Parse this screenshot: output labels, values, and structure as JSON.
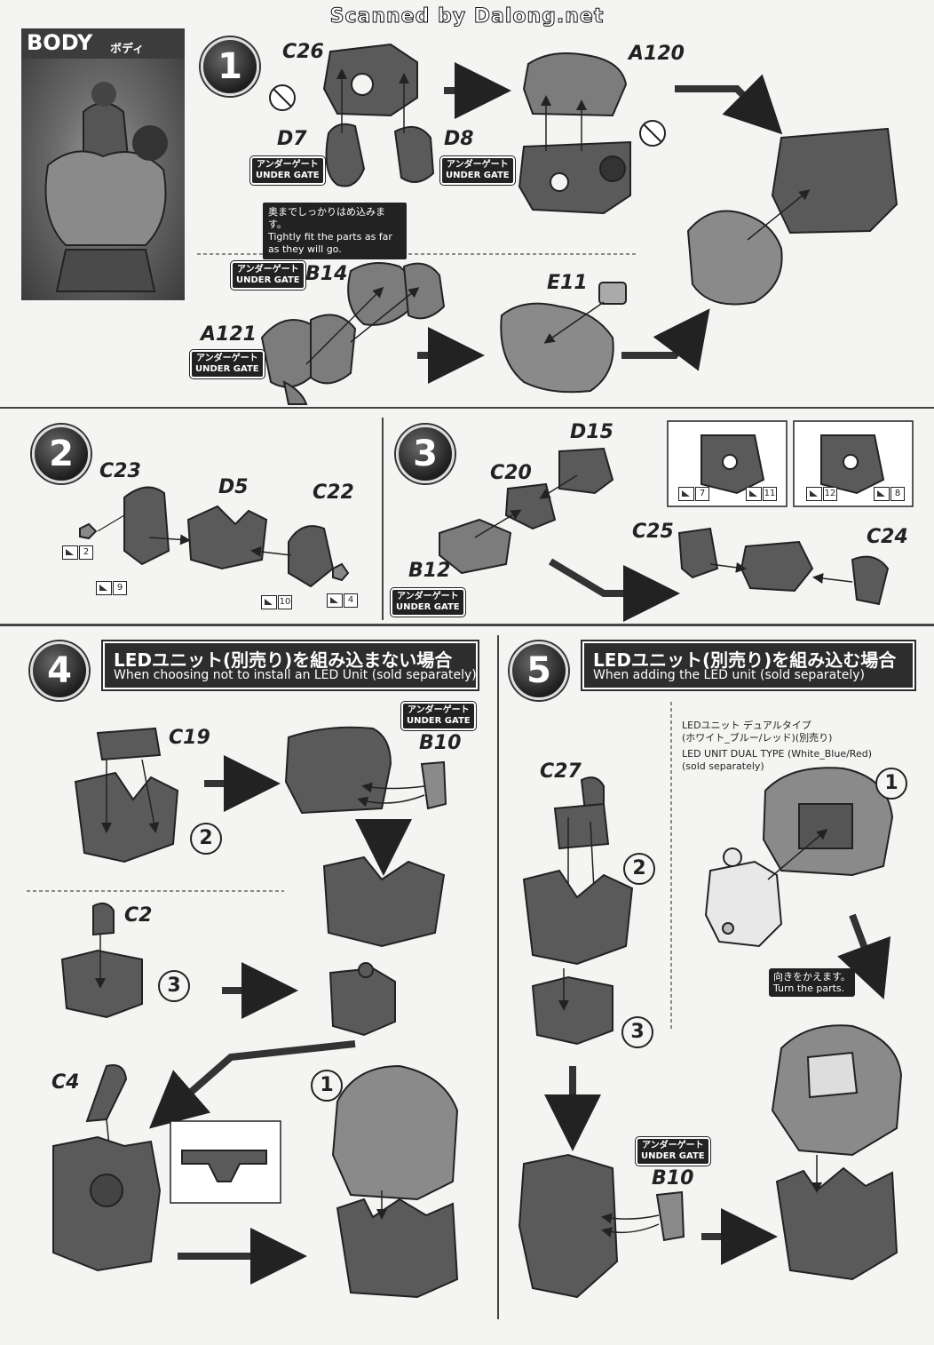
{
  "scan_mark": "Scanned by Dalong.net",
  "section": {
    "title_en": "BODY",
    "title_jp": "ボディ"
  },
  "steps": [
    "1",
    "2",
    "3",
    "4",
    "5"
  ],
  "gate_label": {
    "jp": "アンダーゲート",
    "en": "UNDER GATE"
  },
  "step1": {
    "parts": [
      "C26",
      "D7",
      "D8",
      "A120",
      "B14",
      "A121",
      "E11"
    ],
    "note_jp": "奥までしっかりはめ込みます。",
    "note_en": "Tightly fit the parts as far as they will go."
  },
  "step2": {
    "parts": [
      "C23",
      "D5",
      "C22"
    ],
    "tags": [
      "2",
      "9",
      "10",
      "4"
    ]
  },
  "step3": {
    "parts": [
      "D15",
      "C20",
      "B12",
      "C25",
      "C24"
    ],
    "tags": [
      "7",
      "11",
      "12",
      "8"
    ]
  },
  "step4": {
    "title_jp": "LEDユニット(別売り)を組み込まない場合",
    "title_en": "When choosing not to install an LED Unit (sold separately)",
    "parts": [
      "C19",
      "B10",
      "C2",
      "C4"
    ],
    "substeps": [
      "2",
      "3",
      "1"
    ]
  },
  "step5": {
    "title_jp": "LEDユニット(別売り)を組み込む場合",
    "title_en": "When adding the LED unit (sold separately)",
    "parts": [
      "C27",
      "B10"
    ],
    "substeps": [
      "2",
      "3",
      "1"
    ],
    "led_jp_1": "LEDユニット デュアルタイプ",
    "led_jp_2": "(ホワイト_ブルー/レッド)(別売り)",
    "led_en_1": "LED UNIT DUAL TYPE (White_Blue/Red)",
    "led_en_2": "(sold separately)",
    "turn_jp": "向きをかえます。",
    "turn_en": "Turn the parts."
  }
}
